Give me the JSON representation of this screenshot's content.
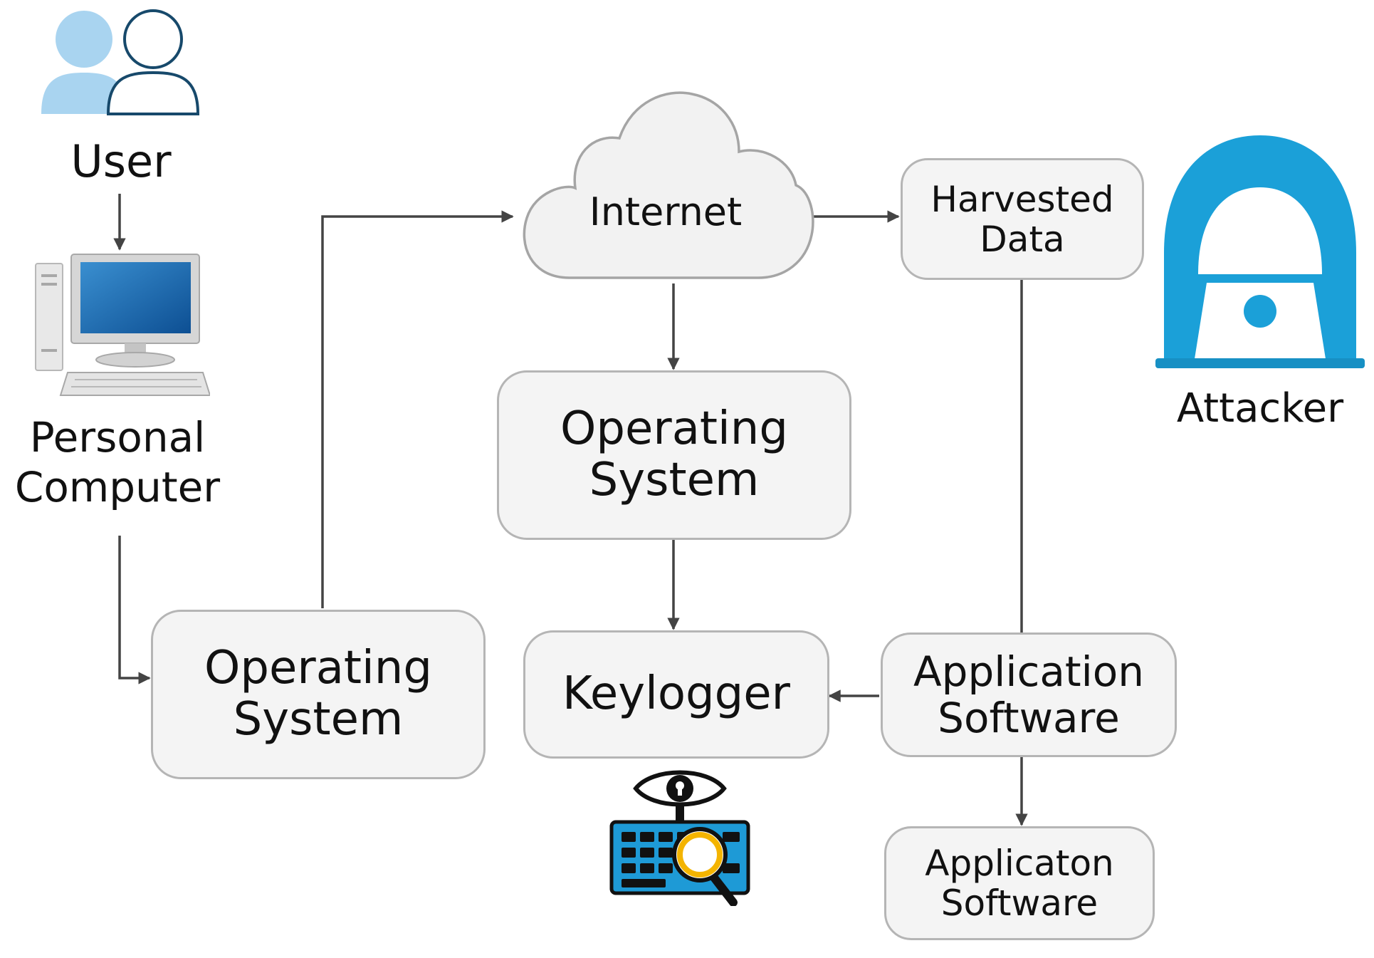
{
  "nodes": {
    "user": "User",
    "personal_computer": "Personal\nComputer",
    "internet": "Internet",
    "harvested_data": "Harvested\nData",
    "attacker": "Attacker",
    "os_center": "Operating\nSystem",
    "os_left": "Operating\nSystem",
    "keylogger": "Keylogger",
    "app_software": "Application\nSoftware",
    "app_software_lower": "Applicaton\nSoftware"
  },
  "icons": {
    "user": "users-icon",
    "computer": "desktop-computer-icon",
    "attacker": "hooded-hacker-icon",
    "keylogger": "keyboard-eye-magnifier-icon"
  },
  "colors": {
    "user_light": "#a9d4f0",
    "user_dark": "#17496b",
    "attacker": "#1ba0d8",
    "keyboard": "#1e9ad6",
    "arrow": "#444444",
    "box_fill": "#f4f4f4",
    "box_border": "#b5b5b5"
  }
}
